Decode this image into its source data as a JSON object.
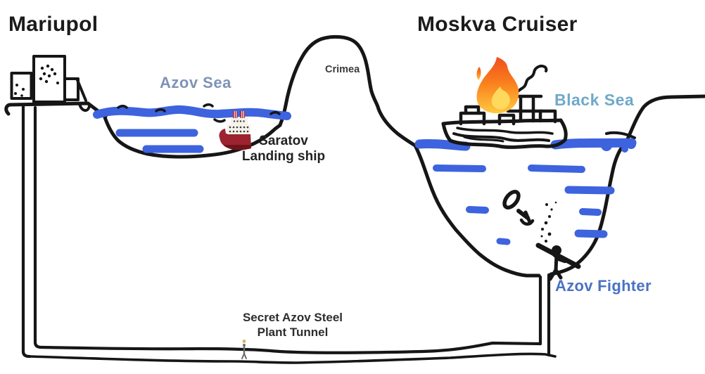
{
  "diagram": {
    "title_left": "Mariupol",
    "title_right": "Moskva Cruiser",
    "labels": {
      "azov_sea": "Azov Sea",
      "crimea": "Crimea",
      "saratov_line1": "Saratov",
      "saratov_line2": "Landing ship",
      "black_sea": "Black Sea",
      "azov_fighter": "Azov Fighter",
      "tunnel_line1": "Secret Azov Steel",
      "tunnel_line2": "Plant Tunnel"
    },
    "icons": {
      "fire": "fire-flame-on-burning-cruiser",
      "moskva_ship": "hand-drawn-cruiser-sketch",
      "saratov_ship": "red-white-steamship",
      "azov_fighter": "stick-figure-with-rifle",
      "anchor": "sinking-anchor-debris",
      "bubbles": "rising-bubbles",
      "tunnel_person": "tiny-person-with-torch",
      "buildings": "azovstal-plant-buildings"
    },
    "colors": {
      "ink": "#161616",
      "water": "#3d63de",
      "azov_sea_label": "#7e93b6",
      "black_sea_label": "#6fa9c9",
      "azov_fighter_label": "#4a72c4",
      "flame_outer_top": "#ef4f1d",
      "flame_outer_bottom": "#ffc93f",
      "flame_inner": "#ffd95e",
      "saratov_hull": "#9c2430"
    }
  }
}
